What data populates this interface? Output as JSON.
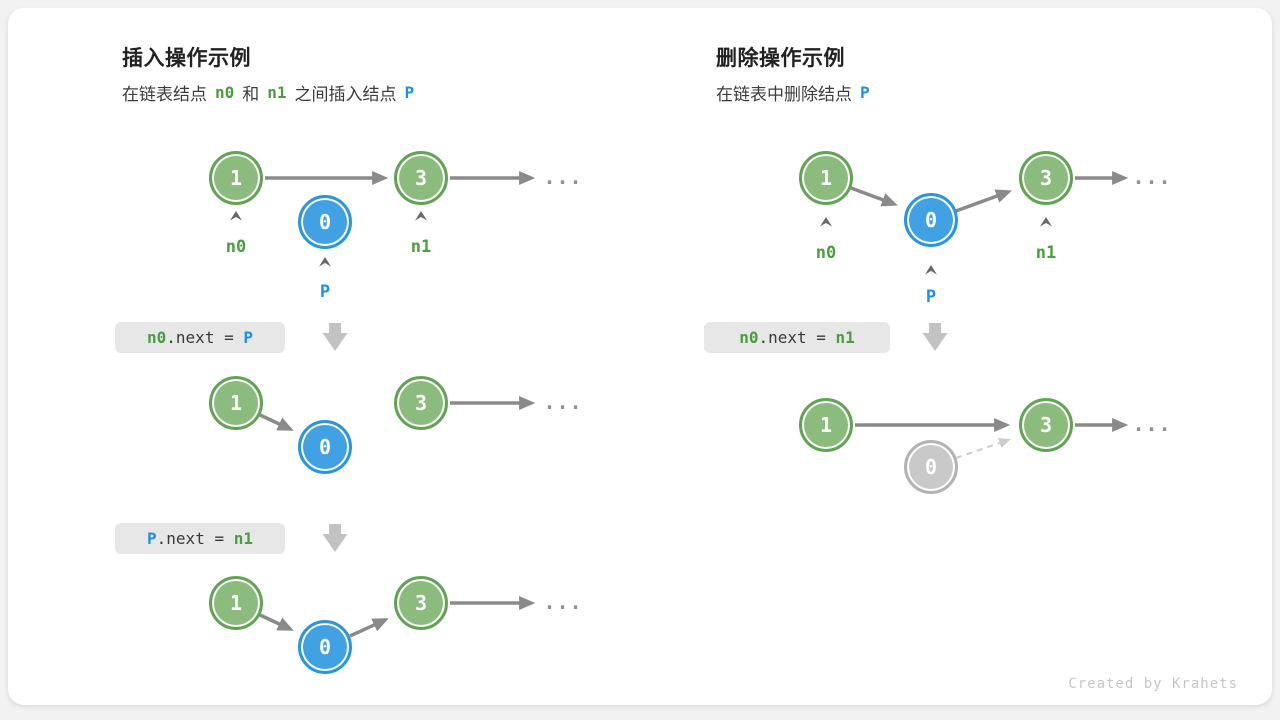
{
  "colors": {
    "node_green_fill": "#8bbc7d",
    "node_green_border": "#63a356",
    "node_blue_fill": "#41a1e3",
    "node_blue_border": "#2b96de",
    "node_gray_fill": "#c9c9c9",
    "node_gray_border": "#b3b3b3",
    "token_green": "#4b9e3f",
    "token_blue": "#1d90e8",
    "arrow_gray": "#8a8a8a",
    "dashed_arrow_gray": "#cdcdcd",
    "code_box_bg": "#e7e7e7",
    "block_arrow_gray": "#c2c2c2"
  },
  "insert": {
    "title": "插入操作示例",
    "subtitle": {
      "t1": "在链表结点",
      "n0": "n0",
      "t2": "和",
      "n1": "n1",
      "t3": "之间插入结点",
      "p": "P"
    },
    "node1": "1",
    "node0": "0",
    "node3": "3",
    "label_n0": "n0",
    "label_n1": "n1",
    "label_p": "P",
    "code1": {
      "lhs": "n0",
      "mid": ".next = ",
      "rhs": "P"
    },
    "code2": {
      "lhs": "P",
      "mid": ".next = ",
      "rhs": "n1"
    },
    "ellipsis": "..."
  },
  "delete": {
    "title": "删除操作示例",
    "subtitle": {
      "t1": "在链表中删除结点",
      "p": "P"
    },
    "node1": "1",
    "node0": "0",
    "node3": "3",
    "label_n0": "n0",
    "label_n1": "n1",
    "label_p": "P",
    "code1": {
      "lhs": "n0",
      "mid": ".next = ",
      "rhs": "n1"
    },
    "ellipsis": "..."
  },
  "watermark": "Created by Krahets"
}
